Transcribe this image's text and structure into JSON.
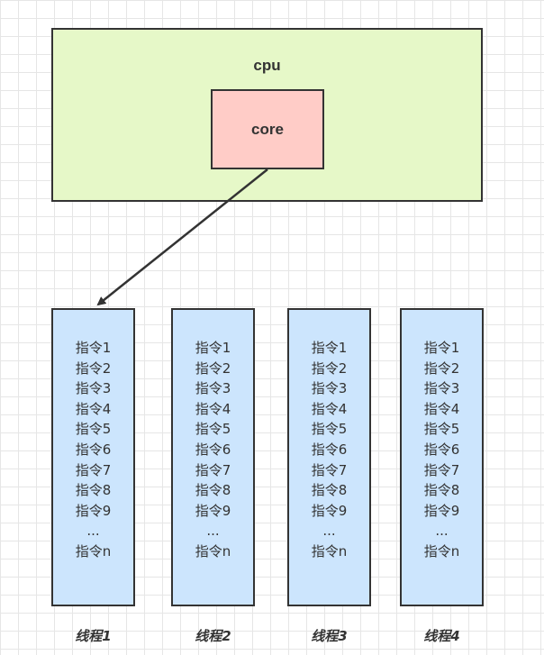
{
  "cpu": {
    "label": "cpu",
    "core_label": "core"
  },
  "threads": [
    {
      "label": "线程1",
      "instructions": [
        "指令1",
        "指令2",
        "指令3",
        "指令4",
        "指令5",
        "指令6",
        "指令7",
        "指令8",
        "指令9",
        "...",
        "指令n"
      ]
    },
    {
      "label": "线程2",
      "instructions": [
        "指令1",
        "指令2",
        "指令3",
        "指令4",
        "指令5",
        "指令6",
        "指令7",
        "指令8",
        "指令9",
        "...",
        "指令n"
      ]
    },
    {
      "label": "线程3",
      "instructions": [
        "指令1",
        "指令2",
        "指令3",
        "指令4",
        "指令5",
        "指令6",
        "指令7",
        "指令8",
        "指令9",
        "...",
        "指令n"
      ]
    },
    {
      "label": "线程4",
      "instructions": [
        "指令1",
        "指令2",
        "指令3",
        "指令4",
        "指令5",
        "指令6",
        "指令7",
        "指令8",
        "指令9",
        "...",
        "指令n"
      ]
    }
  ],
  "colors": {
    "cpu_fill": "#e6f8c8",
    "core_fill": "#ffccc7",
    "thread_fill": "#cce5fd",
    "stroke": "#333333"
  }
}
